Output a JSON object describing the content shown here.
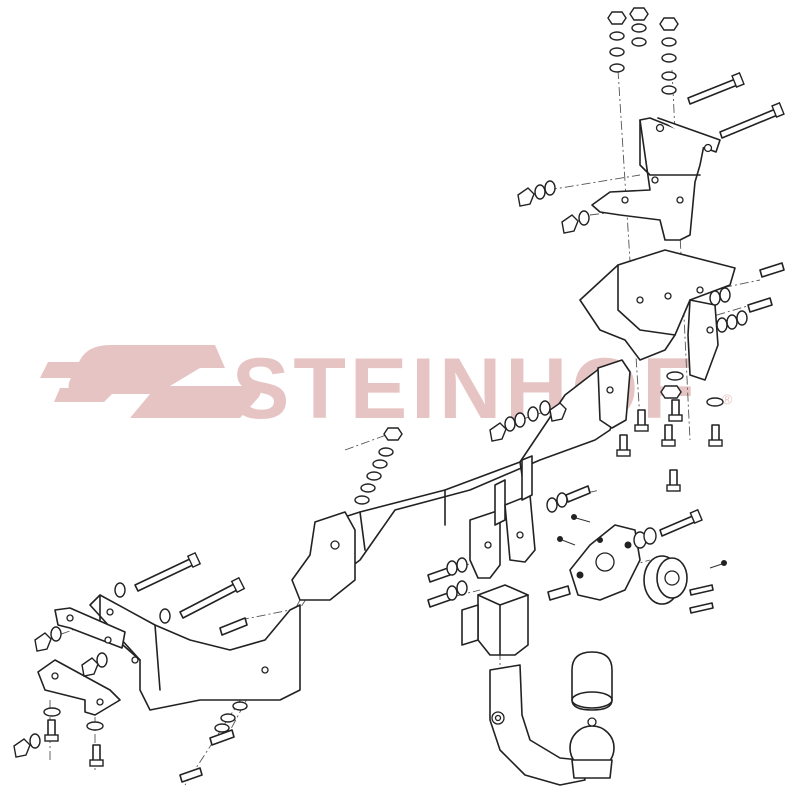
{
  "watermark": {
    "brand": "STEINHOF",
    "registered_mark": "®",
    "color": "#e7c4c4"
  },
  "diagram": {
    "line_color": "#222222",
    "parts": [
      "main-crossbar",
      "right-side-bracket",
      "left-side-bracket",
      "right-mount-plate",
      "left-mount-plate",
      "tow-ball-neck",
      "tow-ball",
      "ball-cap",
      "socket-plate",
      "electrical-socket",
      "receiver-block",
      "bolts",
      "nuts",
      "washers"
    ]
  }
}
